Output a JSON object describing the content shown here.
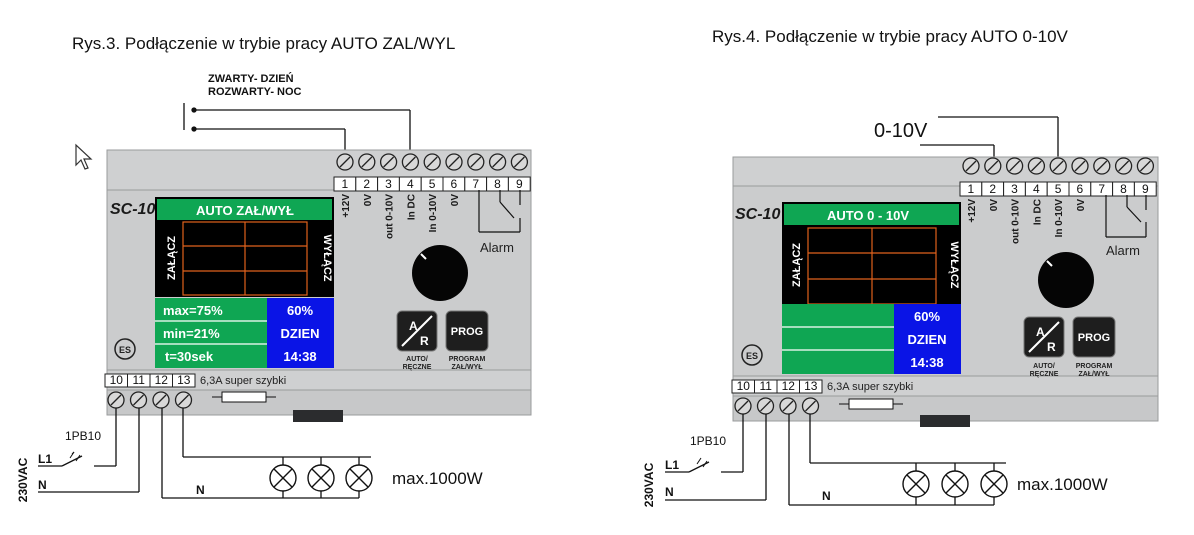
{
  "titles": {
    "left": "Rys.3. Podłączenie w trybie pracy AUTO ZAL/WYL",
    "right": "Rys.4. Podłączenie w trybie pracy AUTO 0-10V"
  },
  "left": {
    "note_line1": "ZWARTY- DZIEŃ",
    "note_line2": "ROZWARTY- NOC",
    "model": "SC-10",
    "screen_header": "AUTO ZAŁ/WYŁ",
    "zalacz": "ZAŁĄCZ",
    "wylacz": "WYŁĄCZ",
    "max": "max=75%",
    "min": "min=21%",
    "time": "t=30sek",
    "percent": "60%",
    "mode": "DZIEN",
    "clock": "14:38"
  },
  "right": {
    "signal": "0-10V",
    "model": "SC-10",
    "screen_header": "AUTO  0 - 10V",
    "zalacz": "ZAŁĄCZ",
    "wylacz": "WYŁĄCZ",
    "percent": "60%",
    "mode": "DZIEN",
    "clock": "14:38"
  },
  "common": {
    "terminals_top": [
      "1",
      "2",
      "3",
      "4",
      "5",
      "6",
      "7",
      "8",
      "9"
    ],
    "terminal_labels": [
      "+12V",
      "0V",
      "out 0-10V",
      "In DC",
      "In 0-10V",
      "0V"
    ],
    "terminals_bottom": [
      "10",
      "11",
      "12",
      "13"
    ],
    "fuse": "6,3A super szybki",
    "alarm": "Alarm",
    "btn_ar_a": "A",
    "btn_ar_r": "R",
    "btn_prog": "PROG",
    "cap_auto1": "AUTO/",
    "cap_auto2": "RĘCZNE",
    "cap_prog1": "PROGRAM",
    "cap_prog2": "ZAŁ/WYŁ",
    "breaker": "1PB10",
    "l1": "L1",
    "n": "N",
    "voltage": "230VAC",
    "load": "max.1000W",
    "es": "ES"
  }
}
